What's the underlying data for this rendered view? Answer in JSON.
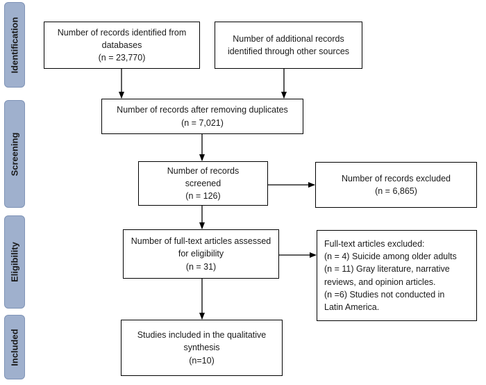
{
  "phases": {
    "identification": "Identification",
    "screening": "Screening",
    "eligibility": "Eligibility",
    "included": "Included"
  },
  "boxes": {
    "records_databases": "Number of records identified from\ndatabases\n(n = 23,770)",
    "records_other": "Number of additional records\nidentified through other sources",
    "after_duplicates": "Number of records after removing duplicates\n(n = 7,021)",
    "screened": "Number of records\nscreened\n(n = 126)",
    "excluded": "Number of records excluded\n(n = 6,865)",
    "fulltext_assessed": "Number of full-text articles assessed\nfor eligibility\n(n = 31)",
    "fulltext_excluded": "Full-text articles excluded:\n(n = 4) Suicide among older adults\n(n = 11) Gray literature, narrative\nreviews, and opinion articles.\n(n =6) Studies not conducted in\nLatin America.",
    "included_studies": "Studies included in the qualitative\nsynthesis\n(n=10)"
  },
  "colors": {
    "phase_fill": "#9fb0cd",
    "phase_border": "#7f93b6",
    "box_border": "#000000",
    "arrow": "#000000"
  }
}
